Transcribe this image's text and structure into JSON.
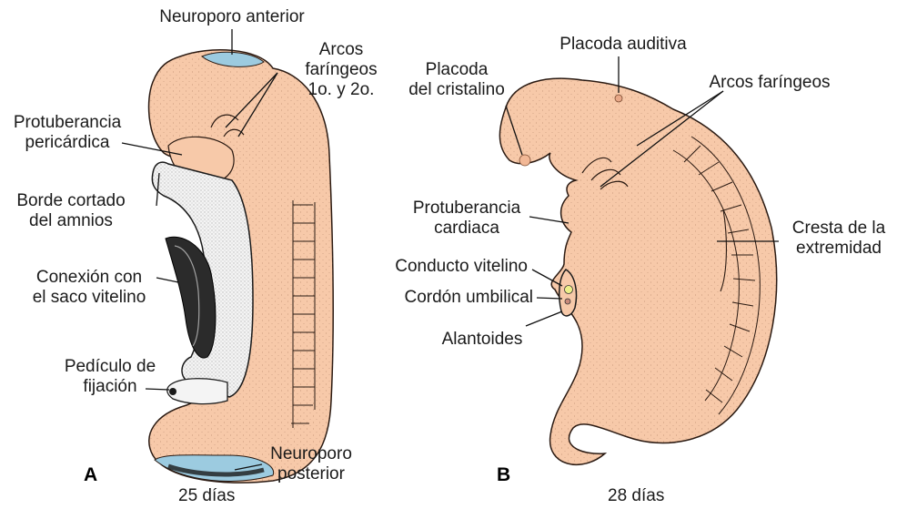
{
  "colors": {
    "tissue": "#f7c9a9",
    "tissue_stroke": "#2a1a12",
    "neuropore": "#9ccbe0",
    "amnion": "#f4f4f4",
    "cavity": "#2b2b2b",
    "vitelline": "#eef08a",
    "umbilical": "#c98a7a"
  },
  "panel_a": {
    "letter": "A",
    "age": "25 días",
    "labels": {
      "neuroporo_anterior": "Neuroporo anterior",
      "arcos_1": "Arcos",
      "arcos_2": "faríngeos",
      "arcos_3": "1o. y 2o.",
      "protub_1": "Protuberancia",
      "protub_2": "pericárdica",
      "borde_1": "Borde cortado",
      "borde_2": "del amnios",
      "conexion_1": "Conexión con",
      "conexion_2": "el saco vitelino",
      "pediculo_1": "Pedículo de",
      "pediculo_2": "fijación",
      "neuroporo_post_1": "Neuroporo",
      "neuroporo_post_2": "posterior"
    }
  },
  "panel_b": {
    "letter": "B",
    "age": "28 días",
    "labels": {
      "placoda_auditiva": "Placoda auditiva",
      "placoda_cristalino_1": "Placoda",
      "placoda_cristalino_2": "del cristalino",
      "arcos_faringeos": "Arcos faríngeos",
      "protub_cardiaca_1": "Protuberancia",
      "protub_cardiaca_2": "cardiaca",
      "cresta_1": "Cresta de la",
      "cresta_2": "extremidad",
      "conducto_vitelino": "Conducto vitelino",
      "cordon_umbilical": "Cordón umbilical",
      "alantoides": "Alantoides"
    }
  }
}
